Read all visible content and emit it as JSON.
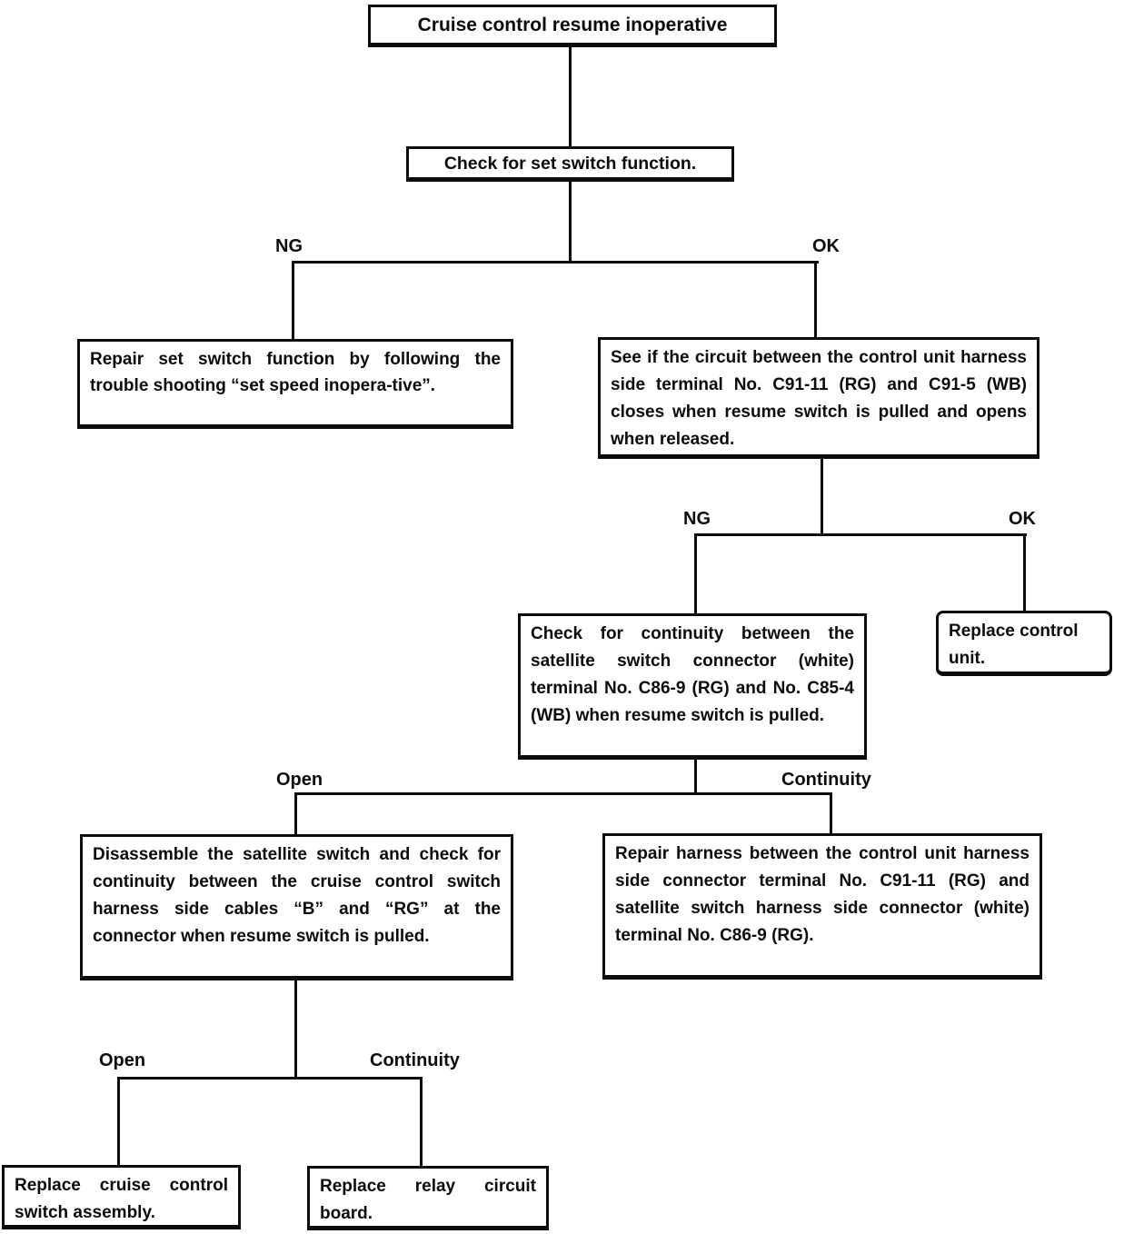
{
  "diagram": {
    "type": "troubleshooting-flowchart",
    "ink_color": "#0c0c0c",
    "background_color": "#ffffff",
    "title": "Cruise control resume inoperative",
    "nodes": [
      {
        "id": "start",
        "text": "Cruise control resume inoperative"
      },
      {
        "id": "check-set-switch",
        "text": "Check for set switch function."
      },
      {
        "id": "repair-set-switch",
        "text": "Repair set switch function by following the trouble shooting “set speed inopera-tive”."
      },
      {
        "id": "see-if-circuit-closes",
        "text": "See if the circuit between the control unit harness side terminal No. C91-11 (RG) and C91-5 (WB) closes when resume switch is pulled and opens when released."
      },
      {
        "id": "check-continuity-satellite",
        "text": "Check for continuity between the satellite switch connector (white) terminal No. C86-9 (RG) and No. C85-4 (WB) when resume switch is pulled."
      },
      {
        "id": "replace-control-unit",
        "text": "Replace control unit."
      },
      {
        "id": "disassemble-satellite-switch",
        "text": "Disassemble the satellite switch and check for continuity between the cruise control switch harness side cables “B” and “RG” at the connector when resume switch is pulled."
      },
      {
        "id": "repair-harness",
        "text": "Repair harness between the control unit harness side connector terminal No. C91-11 (RG) and satellite switch harness side connector (white) terminal No. C86-9 (RG)."
      },
      {
        "id": "replace-cruise-switch-assembly",
        "text": "Replace cruise control switch assembly."
      },
      {
        "id": "replace-relay-circuit-board",
        "text": "Replace relay circuit board."
      }
    ],
    "branch_labels": [
      {
        "id": "level1-left",
        "text": "NG"
      },
      {
        "id": "level1-right",
        "text": "OK"
      },
      {
        "id": "level2-left",
        "text": "NG"
      },
      {
        "id": "level2-right",
        "text": "OK"
      },
      {
        "id": "level3-left",
        "text": "Open"
      },
      {
        "id": "level3-right",
        "text": "Continuity"
      },
      {
        "id": "level4-left",
        "text": "Open"
      },
      {
        "id": "level4-right",
        "text": "Continuity"
      }
    ]
  }
}
